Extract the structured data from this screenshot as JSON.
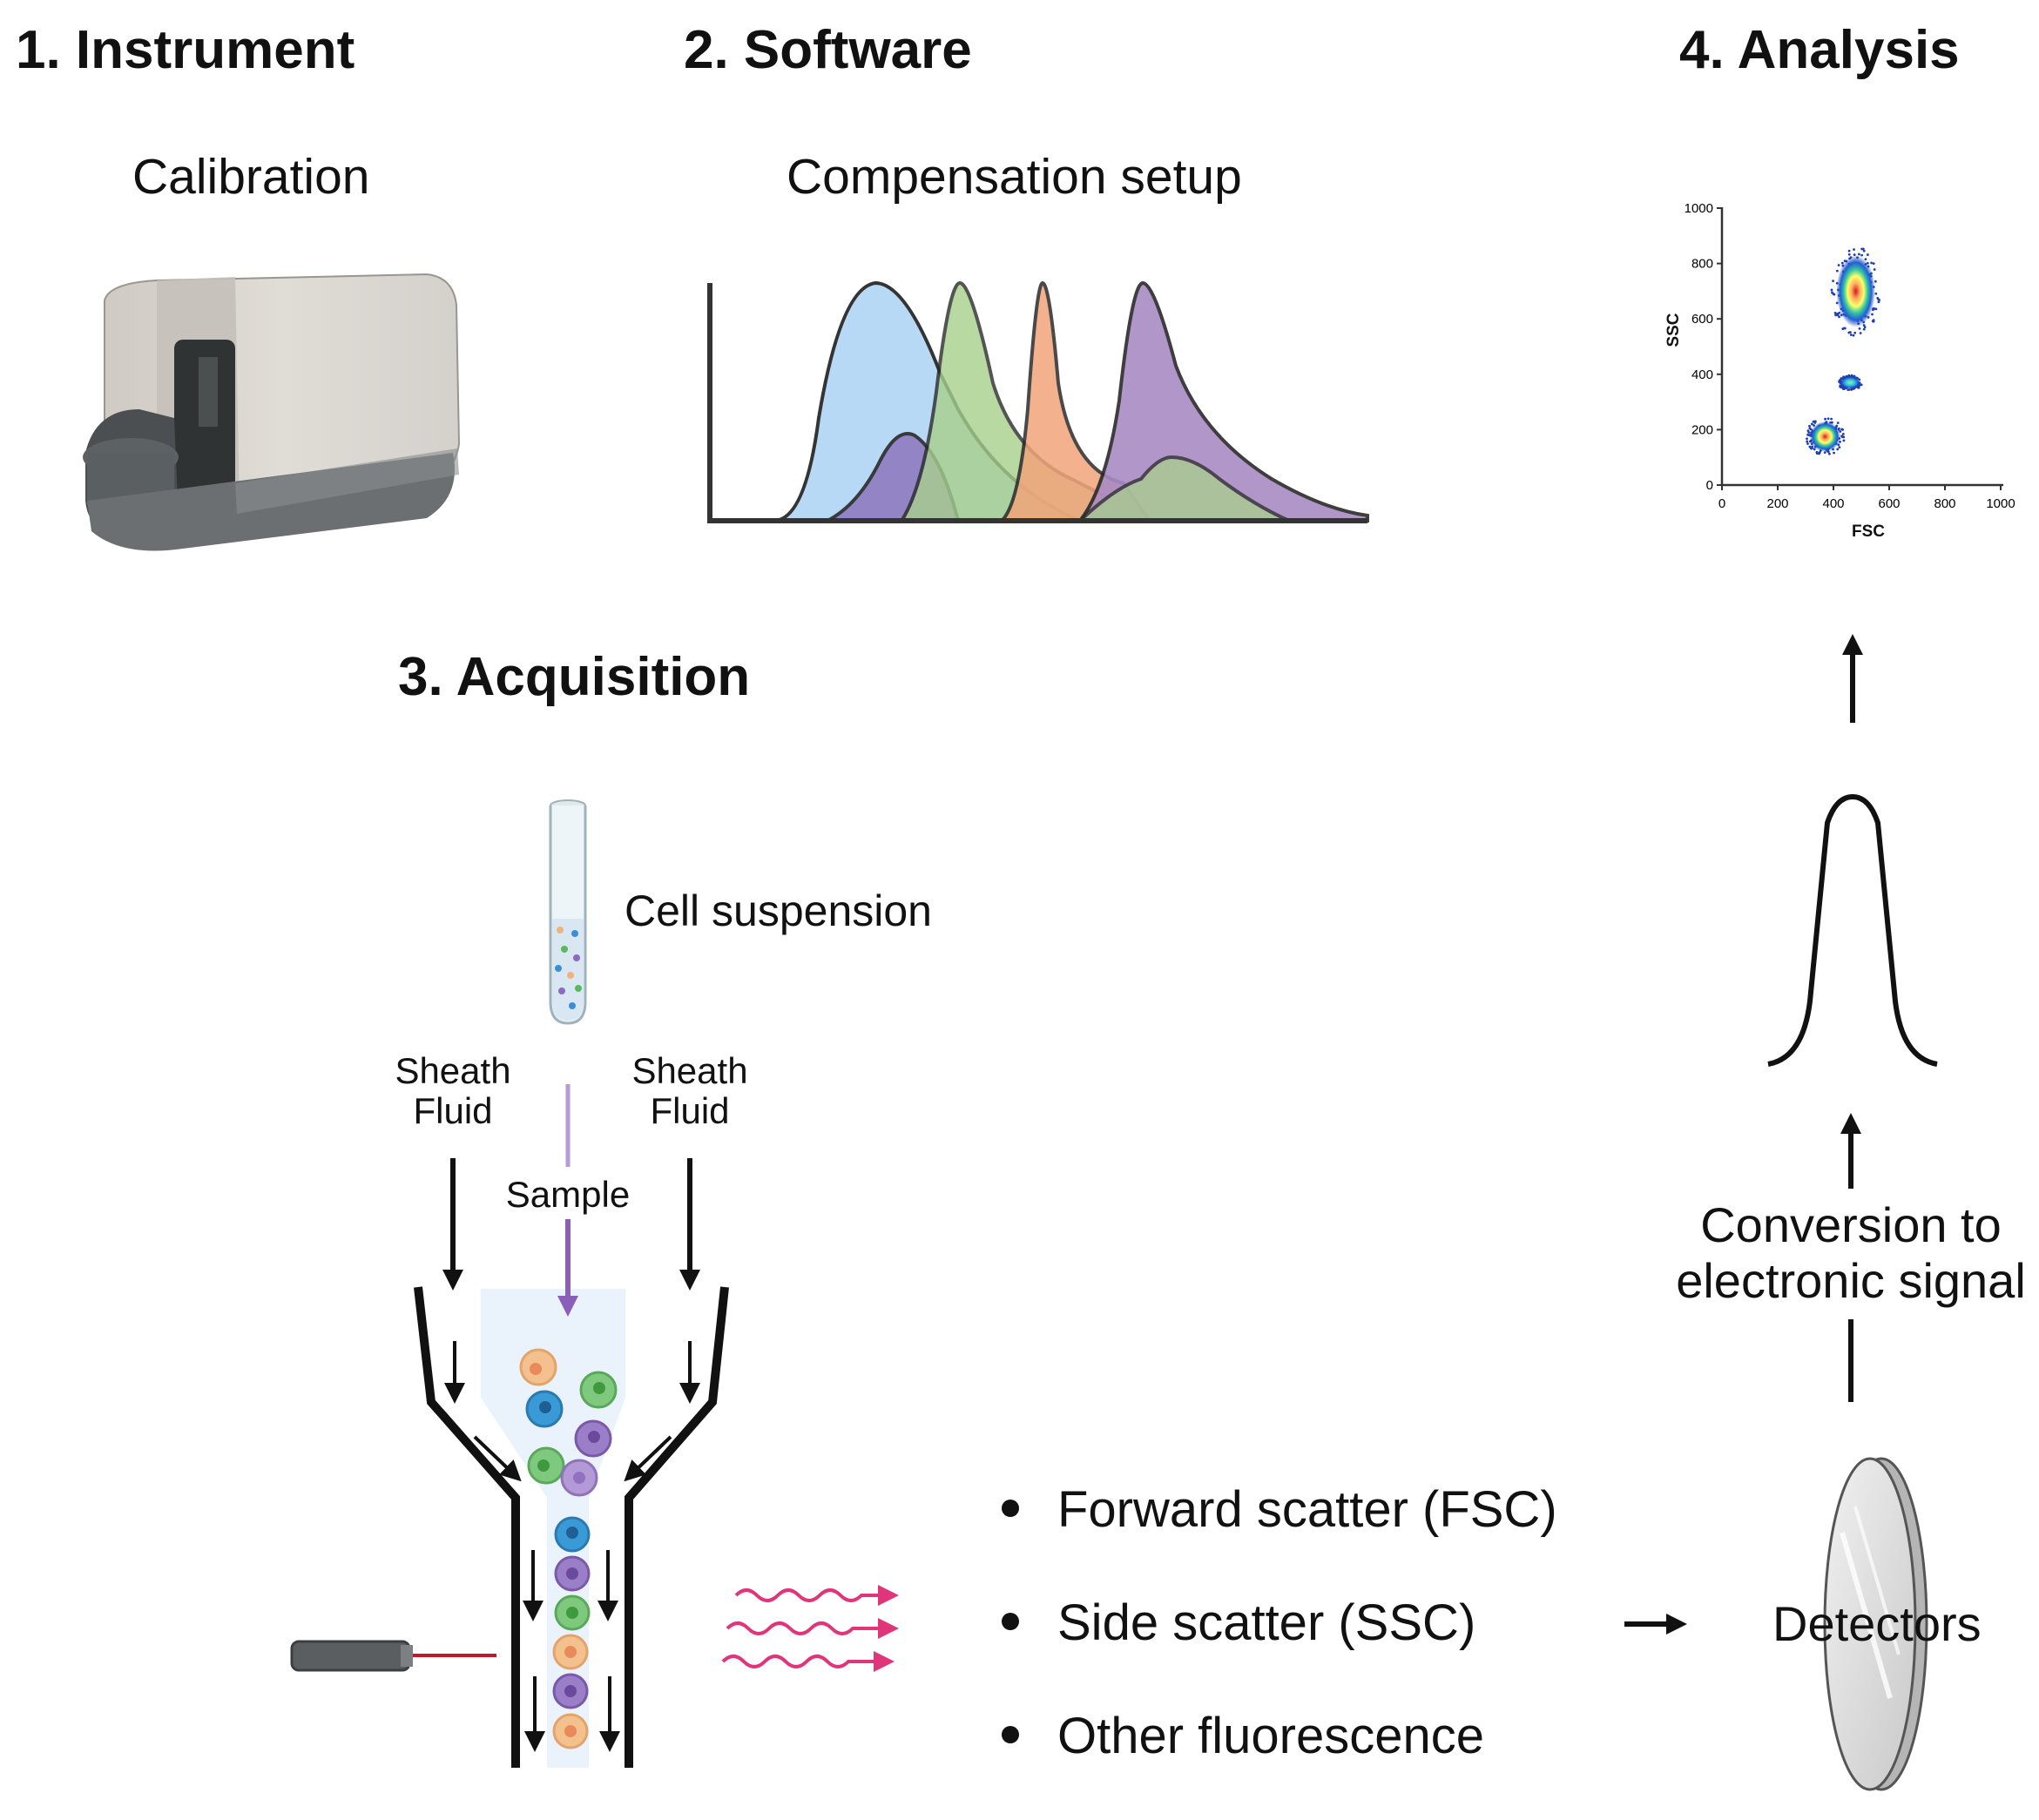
{
  "sections": {
    "instrument": {
      "heading": "1.  Instrument",
      "subtitle": "Calibration"
    },
    "software": {
      "heading": "2. Software",
      "subtitle": "Compensation setup"
    },
    "acquisition": {
      "heading": "3. Acquisition",
      "tube_label": "Cell suspension",
      "sheath_left": [
        "Sheath",
        "Fluid"
      ],
      "sheath_right": [
        "Sheath",
        "Fluid"
      ],
      "sample_label": "Sample"
    },
    "analysis": {
      "heading": "4. Analysis"
    }
  },
  "signals": {
    "items": [
      "Forward scatter (FSC)",
      "Side scatter (SSC)",
      "Other fluorescence"
    ]
  },
  "detectors_label": "Detectors",
  "conversion_label": [
    "Conversion to",
    "electronic signal"
  ],
  "chart_data": {
    "type": "scatter",
    "xlabel": "FSC",
    "ylabel": "SSC",
    "xlim": [
      0,
      1000
    ],
    "ylim": [
      0,
      1000
    ],
    "xticks": [
      0,
      200,
      400,
      600,
      800,
      1000
    ],
    "yticks": [
      0,
      200,
      400,
      600,
      800,
      1000
    ],
    "populations": [
      {
        "center": [
          480,
          700
        ],
        "spread": [
          70,
          130
        ]
      },
      {
        "center": [
          460,
          370
        ],
        "spread": [
          35,
          22
        ]
      },
      {
        "center": [
          370,
          175
        ],
        "spread": [
          55,
          55
        ]
      }
    ]
  },
  "colors": {
    "histogram_blue": "#b5d8f5",
    "histogram_green": "#a8d08d",
    "histogram_orange": "#f1a57a",
    "histogram_purple": "#a98bc4",
    "sample_arrow": "#8b5fb8",
    "laser_beam": "#c0182b",
    "scatter_waves": "#e0357a",
    "flow_channel": "#eaf2fc"
  }
}
